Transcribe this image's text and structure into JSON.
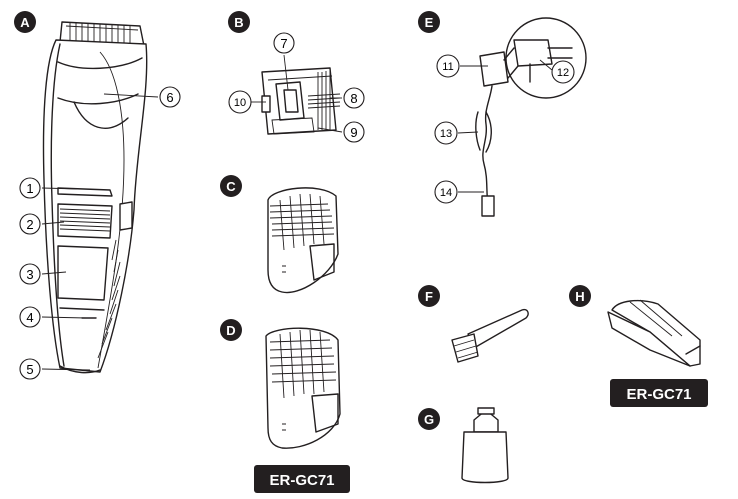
{
  "sections": {
    "a": "A",
    "b": "B",
    "c": "C",
    "d": "D",
    "e": "E",
    "f": "F",
    "g": "G",
    "h": "H"
  },
  "callouts": {
    "n1": "1",
    "n2": "2",
    "n3": "3",
    "n4": "4",
    "n5": "5",
    "n6": "6",
    "n7": "7",
    "n8": "8",
    "n9": "9",
    "n10": "10",
    "n11": "11",
    "n12": "12",
    "n13": "13",
    "n14": "14"
  },
  "models": {
    "attachment_d": "ER-GC71",
    "case_h": "ER-GC71"
  },
  "colors": {
    "ink": "#231f20",
    "badge": "#231f20",
    "background": "#ffffff"
  }
}
